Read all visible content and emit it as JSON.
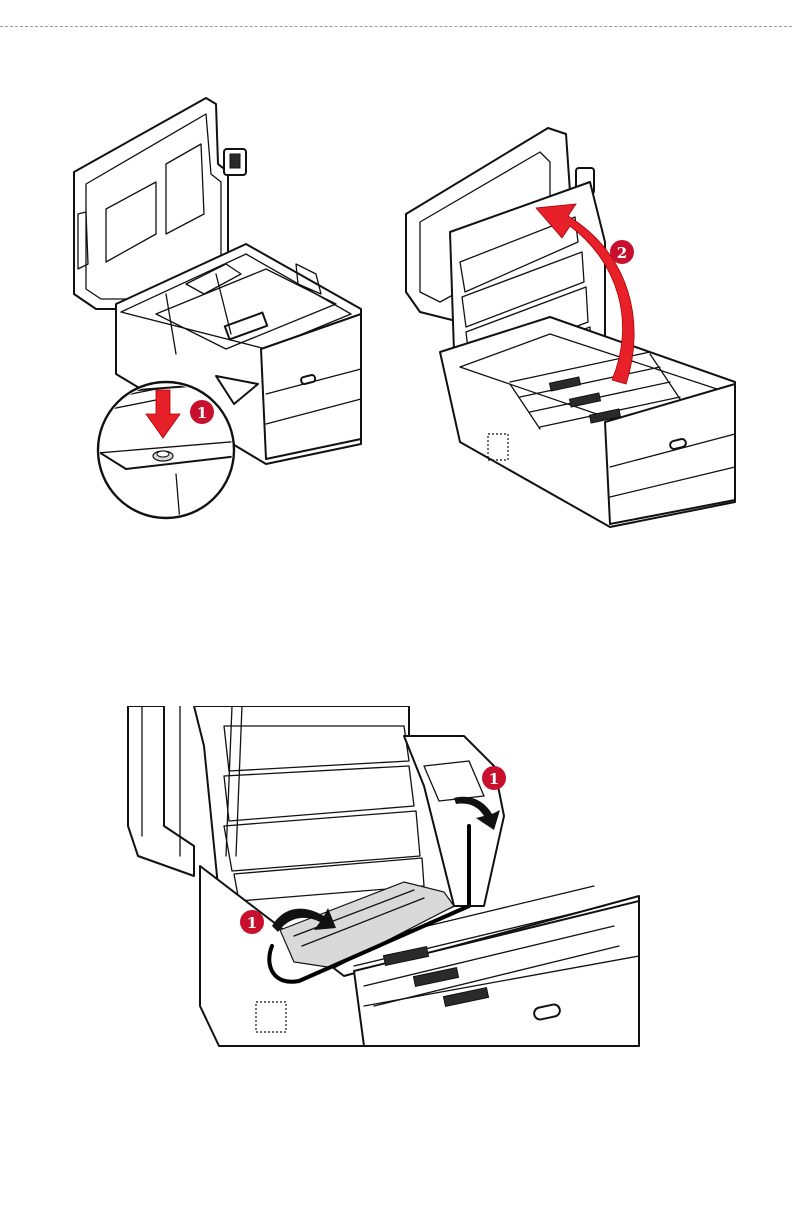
{
  "page": {
    "background": "#ffffff"
  },
  "colors": {
    "step_badge": "#c8102e",
    "arrow": "#e8202a",
    "line_art": "#111111"
  },
  "figures": [
    {
      "id": "press-button-step",
      "icon": "printer-scanner-lid-open",
      "callouts": [
        {
          "label": "1",
          "icon": "press-down-arrow"
        }
      ]
    },
    {
      "id": "raise-top-cover-step",
      "icon": "printer-top-cover-raised",
      "callouts": [
        {
          "label": "2",
          "icon": "curved-up-arrow"
        }
      ]
    },
    {
      "id": "fuser-release-levers",
      "icon": "printer-fuser-unit",
      "callouts": [
        {
          "label": "1",
          "icon": "release-lever-arrow"
        },
        {
          "label": "1",
          "icon": "release-lever-arrow"
        }
      ]
    }
  ]
}
